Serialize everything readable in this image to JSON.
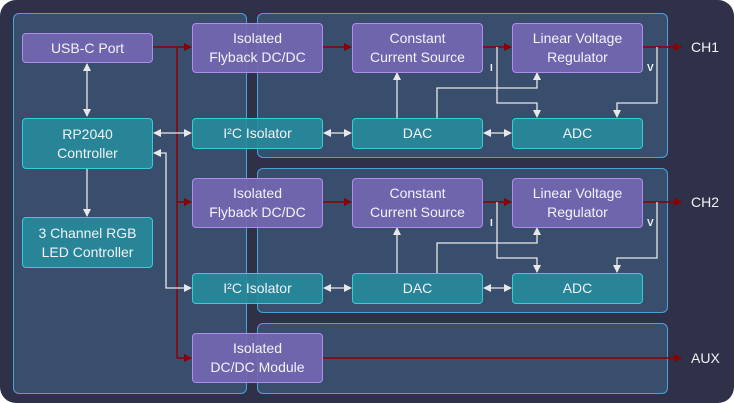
{
  "colors": {
    "background": "#2f3148",
    "panel_border": "#4aa3d8",
    "power_block": "#7668b4",
    "signal_block": "#268c9b",
    "power_line": "#8b0000",
    "signal_line": "#e8e8e8"
  },
  "main": {
    "usb": [
      "USB-C Port"
    ],
    "rp2040": [
      "RP2040",
      "Controller"
    ],
    "rgb": [
      "3 Channel RGB",
      "LED Controller"
    ],
    "aux_dcdc": [
      "Isolated",
      "DC/DC Module"
    ]
  },
  "channels": [
    {
      "flyback": [
        "Isolated",
        "Flyback DC/DC"
      ],
      "i2c": "I²C Isolator",
      "ccs": [
        "Constant",
        "Current Source"
      ],
      "lvr": [
        "Linear Voltage",
        "Regulator"
      ],
      "dac": "DAC",
      "adc": "ADC",
      "i_label": "I",
      "v_label": "V",
      "output": "CH1"
    },
    {
      "flyback": [
        "Isolated",
        "Flyback DC/DC"
      ],
      "i2c": "I²C Isolator",
      "ccs": [
        "Constant",
        "Current Source"
      ],
      "lvr": [
        "Linear Voltage",
        "Regulator"
      ],
      "dac": "DAC",
      "adc": "ADC",
      "i_label": "I",
      "v_label": "V",
      "output": "CH2"
    }
  ],
  "aux_output": "AUX"
}
